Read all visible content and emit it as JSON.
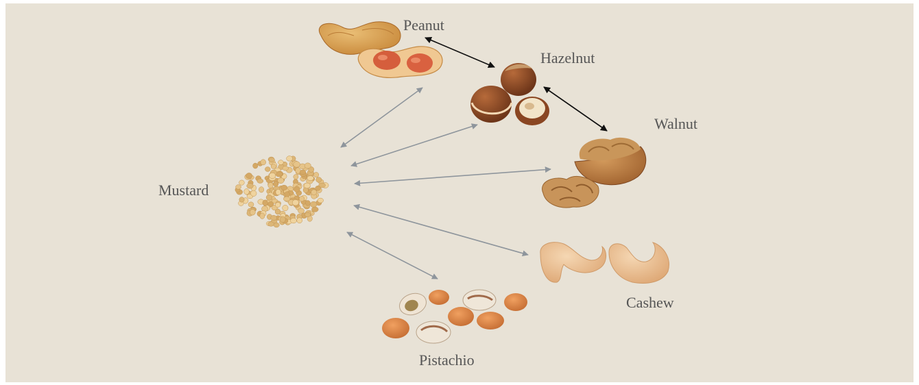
{
  "labels": {
    "peanut": "Peanut",
    "hazelnut": "Hazelnut",
    "walnut": "Walnut",
    "mustard": "Mustard",
    "cashew": "Cashew",
    "pistachio": "Pistachio"
  },
  "illustrations": [
    "peanut-illustration",
    "hazelnut-illustration",
    "walnut-illustration",
    "mustard-seed-illustration",
    "cashew-illustration",
    "pistachio-illustration"
  ],
  "colors": {
    "background": "#e8e2d6",
    "gray_arrow": "#8e959c",
    "black_arrow": "#111111",
    "label": "#555555"
  }
}
